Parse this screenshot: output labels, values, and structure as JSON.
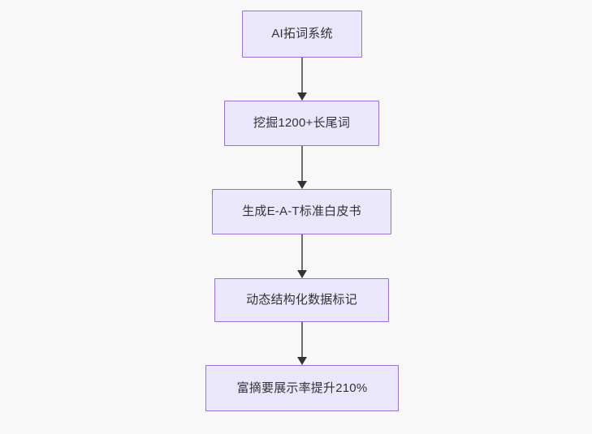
{
  "diagram": {
    "type": "flowchart",
    "direction": "top-to-bottom",
    "background_color": "#f8f8f8",
    "node_fill_color": "#eae7fc",
    "node_border_color": "#9771d6",
    "node_text_color": "#333333",
    "edge_line_color": "#6e6e6e",
    "edge_arrow_color": "#333333",
    "nodes": [
      {
        "id": "n1",
        "label": "AI拓词系统"
      },
      {
        "id": "n2",
        "label": "挖掘1200+长尾词"
      },
      {
        "id": "n3",
        "label": "生成E-A-T标准白皮书"
      },
      {
        "id": "n4",
        "label": "动态结构化数据标记"
      },
      {
        "id": "n5",
        "label": "富摘要展示率提升210%"
      }
    ],
    "edges": [
      {
        "from": "n1",
        "to": "n2"
      },
      {
        "from": "n2",
        "to": "n3"
      },
      {
        "from": "n3",
        "to": "n4"
      },
      {
        "from": "n4",
        "to": "n5"
      }
    ]
  }
}
